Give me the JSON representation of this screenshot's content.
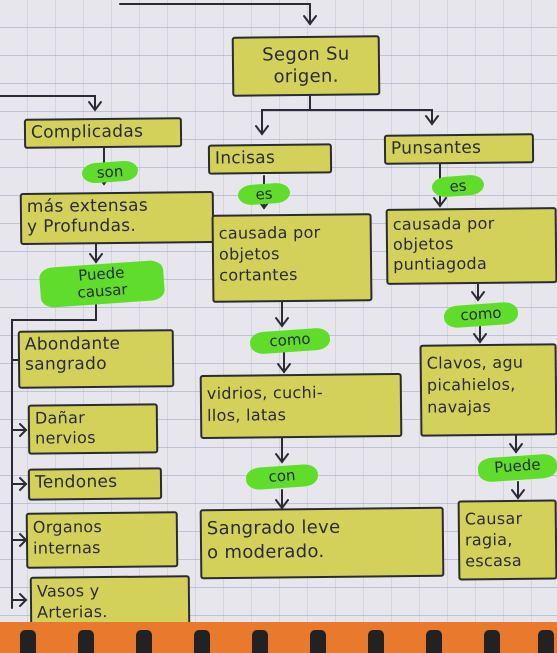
{
  "nodes": {
    "origin": "Segon Su\norigen.",
    "complicadas": "Complicadas",
    "incisas": "Incisas",
    "punzantes": "Punsantes",
    "extensas": "más extensas\ny Profundas.",
    "causada_cortantes": "causada por\nobjetos\ncortantes",
    "causada_punzantes": "causada por\nobjetos\npuntiagoda",
    "abundante": "Abondante\nsangrado",
    "danar": "Dañar\nnervios",
    "tendones": "Tendones",
    "organos": "Organos\ninternas",
    "vasos": "Vasos y\nArterias.",
    "vidrios": "vidrios, cuchi-\nllos, latas",
    "clavos": "Clavos, agu\npicahielos,\nnavajas",
    "sangrado_leve": "Sangrado leve\no moderado.",
    "causar_hemorragia": "Causar\nragia,\nescasa"
  },
  "connectors": {
    "son": "son",
    "es_incisas": "es",
    "es_punzantes": "es",
    "puede_causar": "Puede\ncausar",
    "como_incisas": "como",
    "como_punzantes": "como",
    "con": "con",
    "puede_punzantes": "Puede"
  },
  "colors": {
    "box_fill": "#d4d15a",
    "connector_fill": "#5fdd2a",
    "ink": "#2b2b33",
    "paper": "#e7e6ec",
    "spiral_band": "#e97a2d"
  }
}
